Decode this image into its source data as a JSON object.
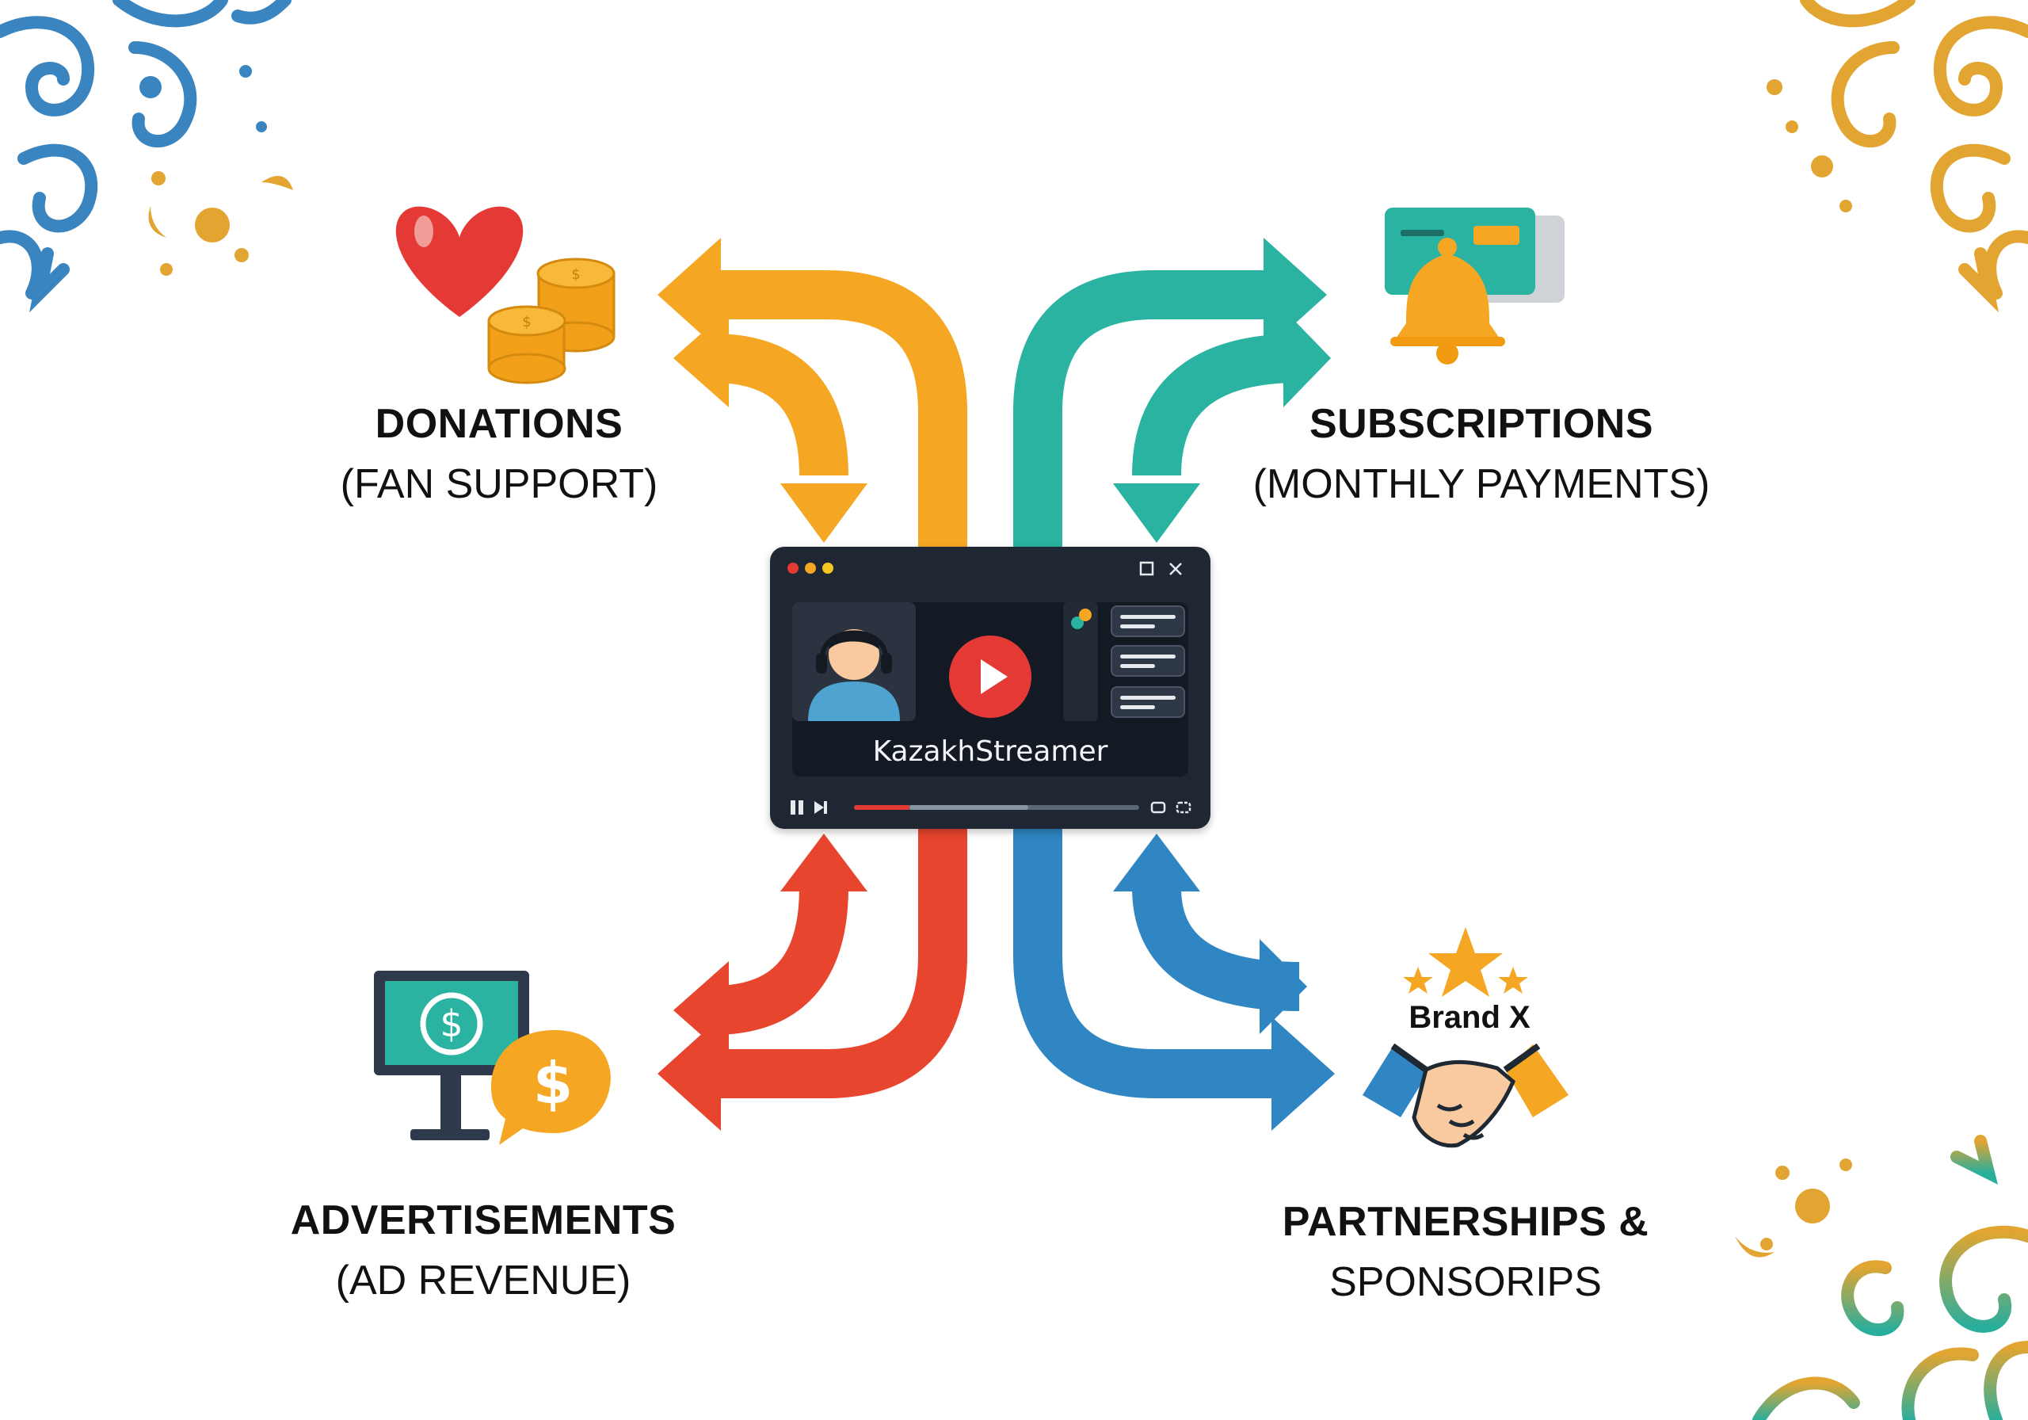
{
  "diagram": {
    "center": {
      "streamer_name": "KazakhStreamer"
    },
    "sources": [
      {
        "title": "DONATIONS",
        "subtitle": "(FAN SUPPORT)",
        "color": "#F5A623",
        "icon": "heart-coins-icon"
      },
      {
        "title": "SUBSCRIPTIONS",
        "subtitle": "(MONTHLY PAYMENTS)",
        "color": "#2AB3A0",
        "icon": "bell-card-icon"
      },
      {
        "title": "ADVERTISEMENTS",
        "subtitle": "(AD REVENUE)",
        "color": "#E8452E",
        "icon": "monitor-dollar-icon"
      },
      {
        "title": "PARTNERSHIPS &",
        "subtitle": "SPONSORIPS",
        "color": "#2F86C3",
        "icon": "handshake-icon"
      }
    ],
    "brand_label": "Brand X"
  },
  "colors": {
    "background": "#FFFFFF",
    "ornament_blue": "#3A85BF",
    "ornament_gold": "#E2A531",
    "ornament_teal": "#2AAE9C",
    "player_bg": "#1F2733",
    "play_red": "#E53935"
  }
}
